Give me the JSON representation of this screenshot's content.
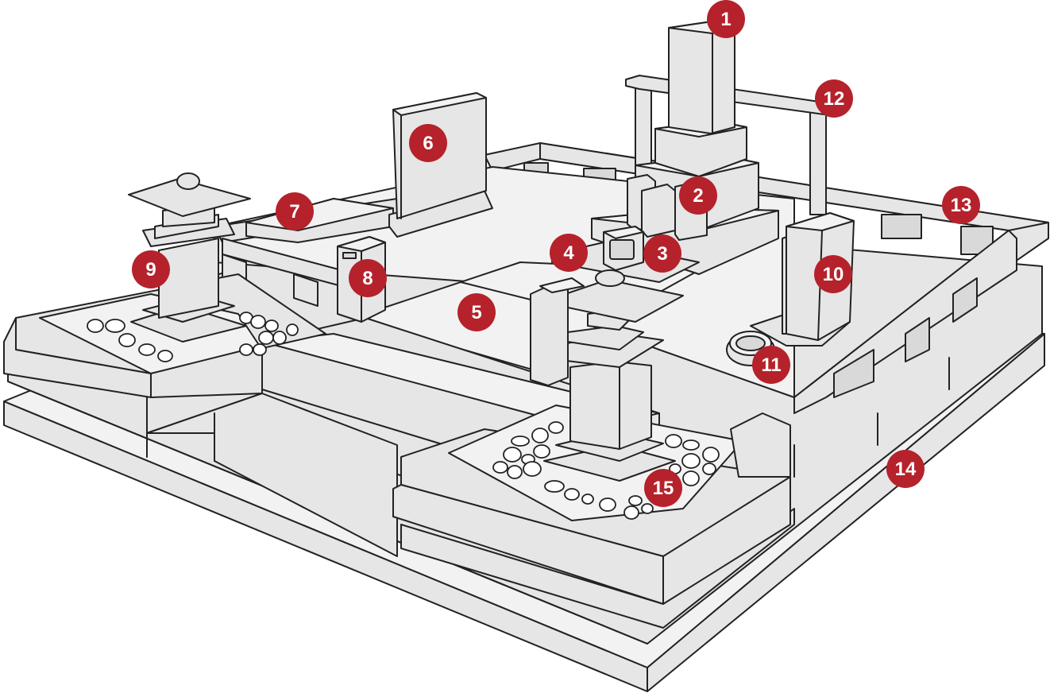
{
  "accent_color": "#b5222b",
  "stone_color": "#e6e6e6",
  "outline_color": "#222222",
  "callouts": [
    {
      "id": "1",
      "label": "1"
    },
    {
      "id": "2",
      "label": "2"
    },
    {
      "id": "3",
      "label": "3"
    },
    {
      "id": "4",
      "label": "4"
    },
    {
      "id": "5",
      "label": "5"
    },
    {
      "id": "6",
      "label": "6"
    },
    {
      "id": "7",
      "label": "7"
    },
    {
      "id": "8",
      "label": "8"
    },
    {
      "id": "9",
      "label": "9"
    },
    {
      "id": "10",
      "label": "10"
    },
    {
      "id": "11",
      "label": "11"
    },
    {
      "id": "12",
      "label": "12"
    },
    {
      "id": "13",
      "label": "13"
    },
    {
      "id": "14",
      "label": "14"
    },
    {
      "id": "15",
      "label": "15"
    }
  ]
}
